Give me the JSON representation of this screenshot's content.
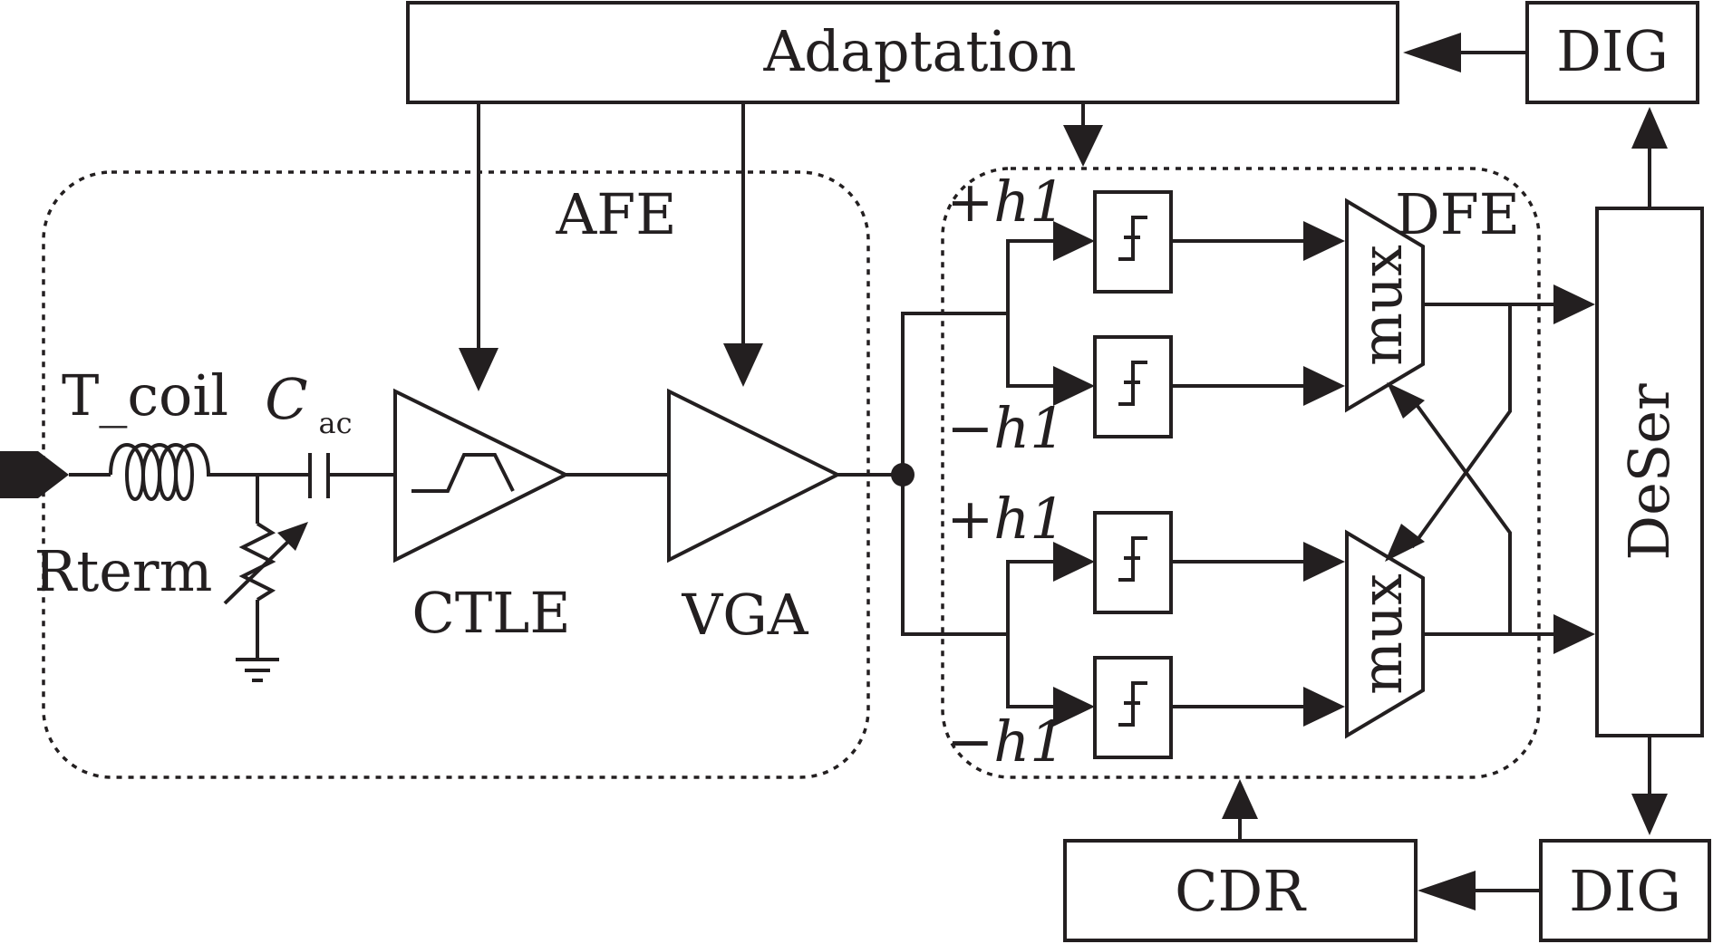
{
  "labels": {
    "adaptation": "Adaptation",
    "dig_top": "DIG",
    "dig_bottom": "DIG",
    "cdr": "CDR",
    "deser": "DeSer",
    "afe": "AFE",
    "dfe": "DFE",
    "tcoil": "T_coil",
    "cac_main": "C",
    "cac_sub": "ac",
    "rterm": "Rterm",
    "ctle": "CTLE",
    "vga": "VGA",
    "mux": "mux",
    "plus_h1": "+h1",
    "minus_h1": "−h1"
  },
  "colors": {
    "ink": "#231f20",
    "background": "#ffffff"
  }
}
